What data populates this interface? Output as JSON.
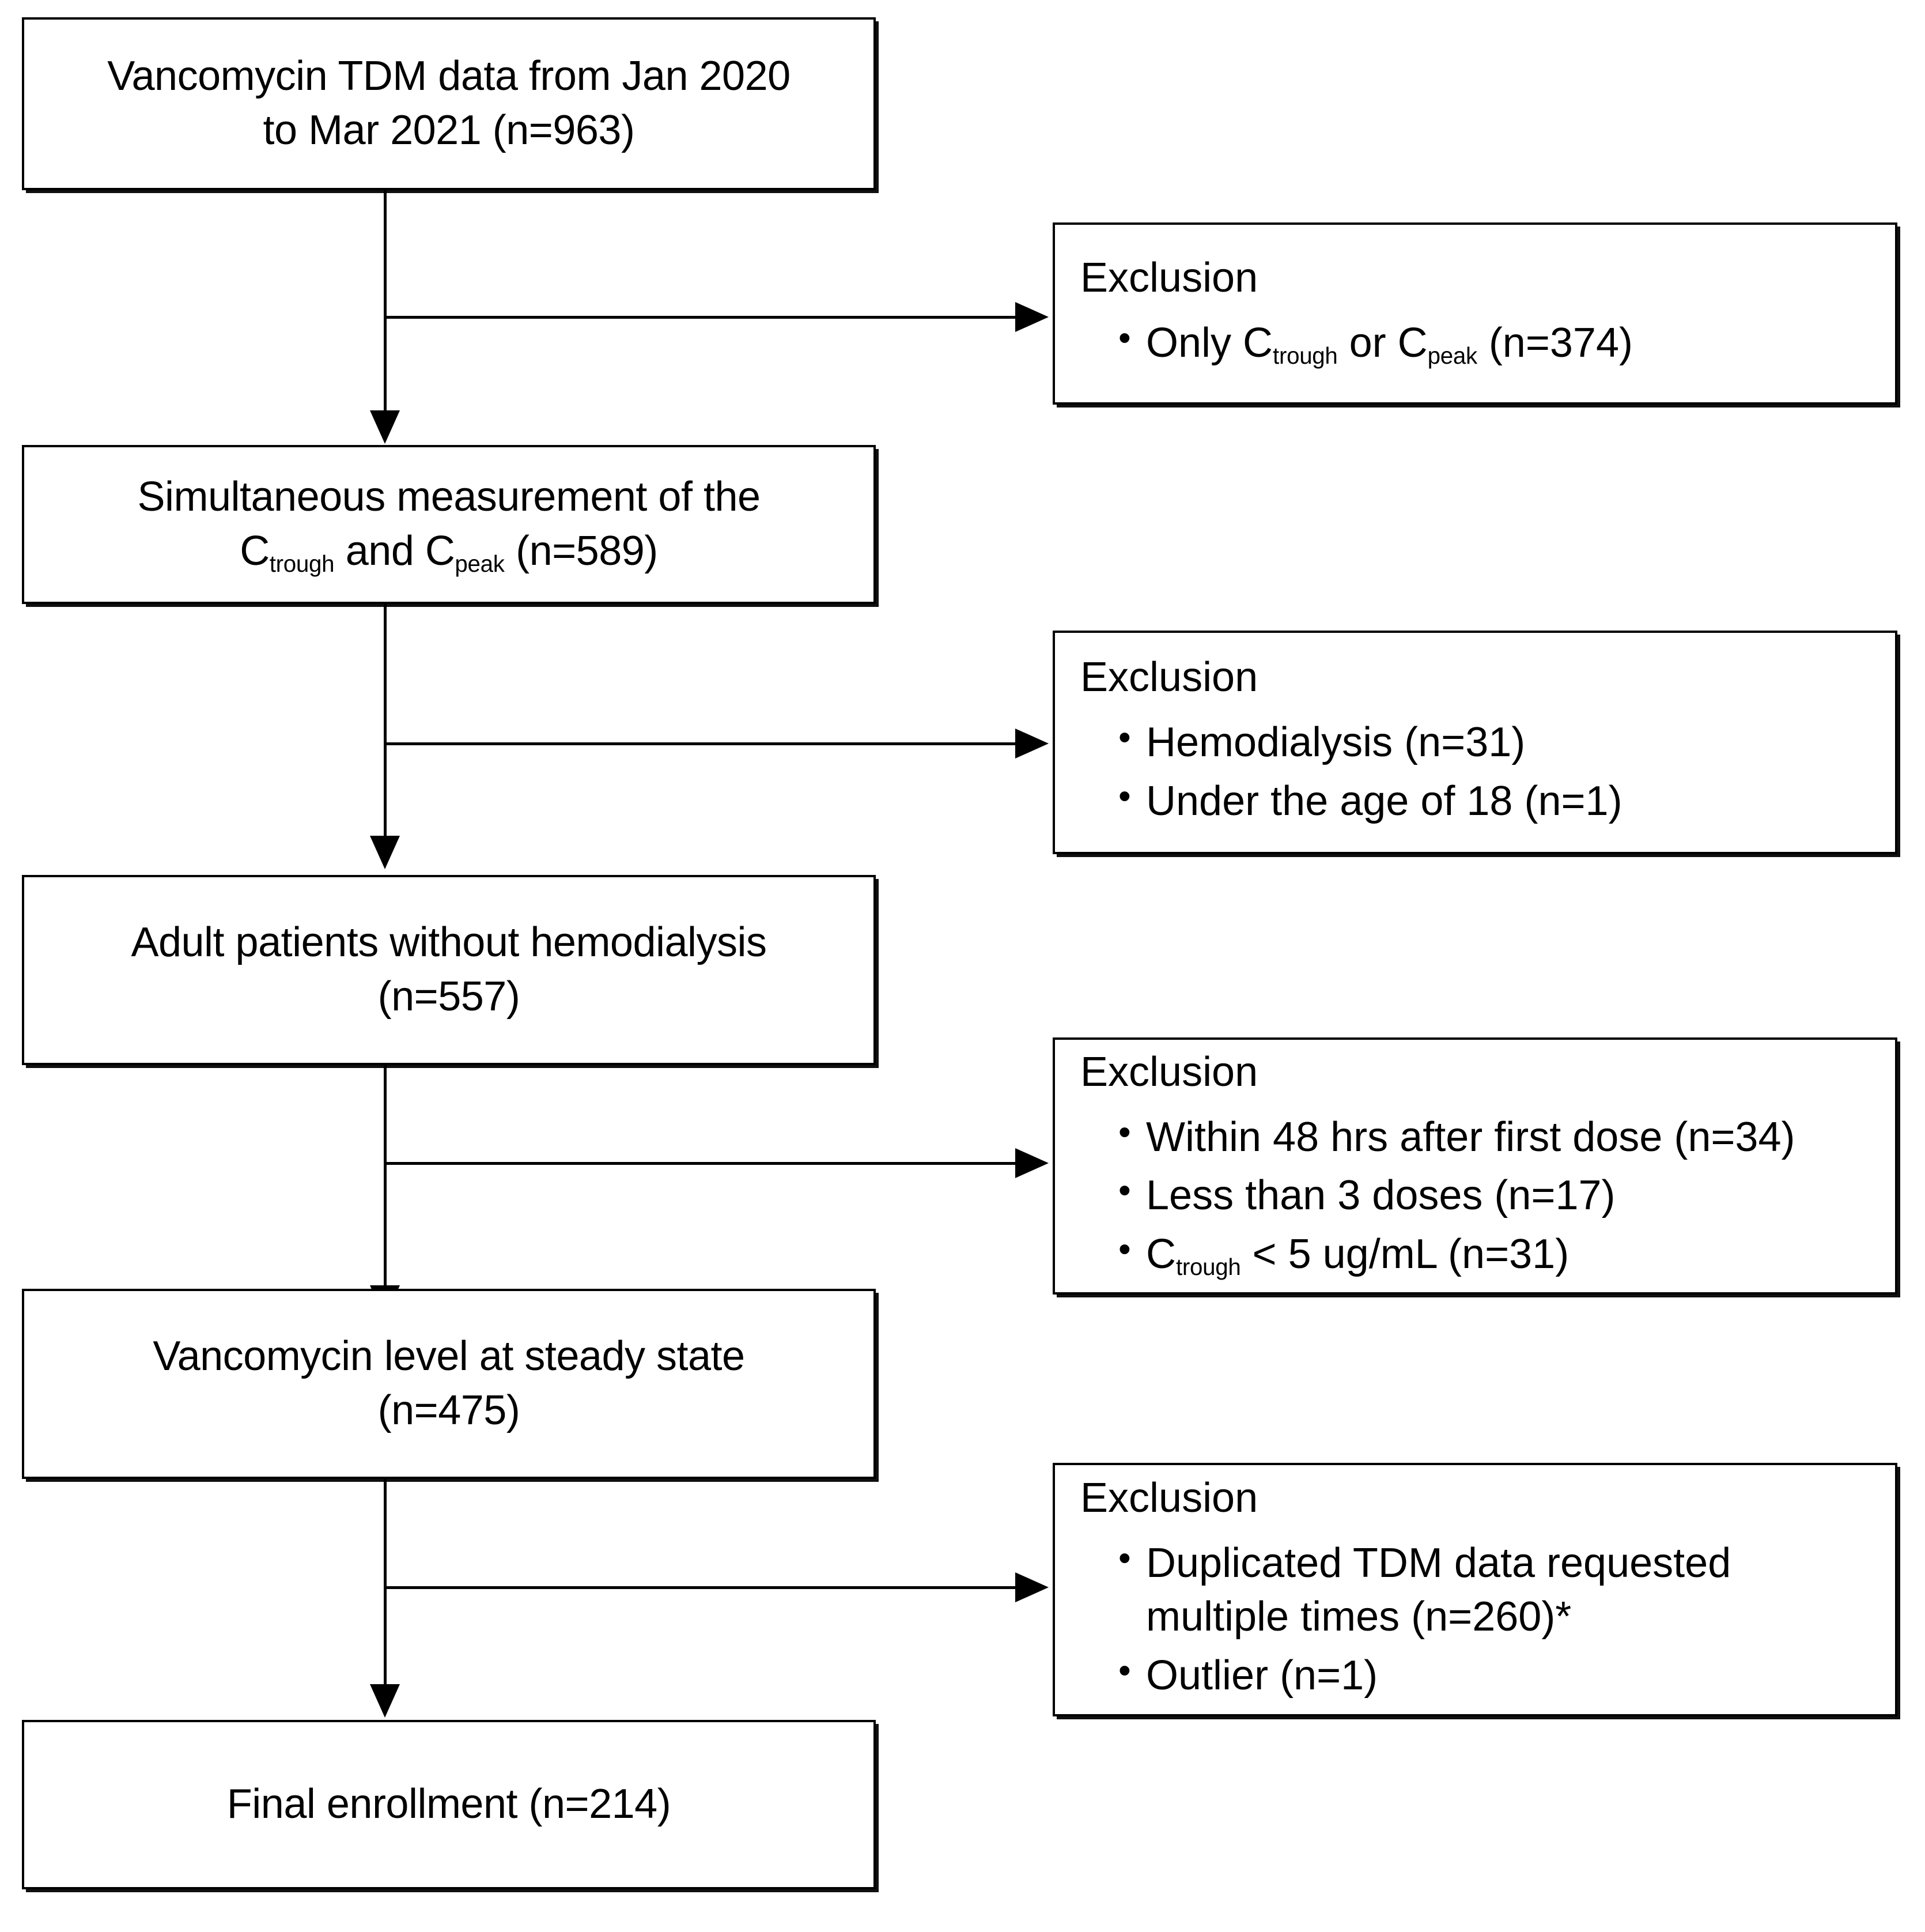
{
  "diagram": {
    "title": "Vancomycin TDM study patient selection flowchart",
    "type": "flowchart",
    "colors": {
      "stroke": "#000000",
      "fill": "#ffffff",
      "text": "#000000"
    },
    "main_boxes": [
      {
        "id": "box-tdm-data",
        "lines": [
          {
            "segments": [
              {
                "t": "Vancomycin TDM data from Jan 2020"
              }
            ]
          },
          {
            "segments": [
              {
                "t": "to Mar 2021 (n=963)"
              }
            ]
          }
        ],
        "count": 963
      },
      {
        "id": "box-simultaneous",
        "lines": [
          {
            "segments": [
              {
                "t": "Simultaneous measurement of the"
              }
            ]
          },
          {
            "segments": [
              {
                "t": "C"
              },
              {
                "t": "trough",
                "sub": true
              },
              {
                "t": " and C"
              },
              {
                "t": "peak",
                "sub": true
              },
              {
                "t": " (n=589)"
              }
            ]
          }
        ],
        "count": 589
      },
      {
        "id": "box-adult-patients",
        "lines": [
          {
            "segments": [
              {
                "t": "Adult patients without hemodialysis"
              }
            ]
          },
          {
            "segments": [
              {
                "t": "(n=557)"
              }
            ]
          }
        ],
        "count": 557
      },
      {
        "id": "box-steady-state",
        "lines": [
          {
            "segments": [
              {
                "t": "Vancomycin level at steady state"
              }
            ]
          },
          {
            "segments": [
              {
                "t": "(n=475)"
              }
            ]
          }
        ],
        "count": 475
      },
      {
        "id": "box-final-enrollment",
        "lines": [
          {
            "segments": [
              {
                "t": "Final enrollment (n=214)"
              }
            ]
          }
        ],
        "count": 214
      }
    ],
    "exclusion_boxes": [
      {
        "id": "exclusion-1",
        "title": "Exclusion",
        "items": [
          {
            "segments": [
              {
                "t": "Only C"
              },
              {
                "t": "trough",
                "sub": true
              },
              {
                "t": " or C"
              },
              {
                "t": "peak",
                "sub": true
              },
              {
                "t": " (n=374)"
              }
            ]
          }
        ]
      },
      {
        "id": "exclusion-2",
        "title": "Exclusion",
        "items": [
          {
            "segments": [
              {
                "t": "Hemodialysis (n=31)"
              }
            ]
          },
          {
            "segments": [
              {
                "t": "Under the age of 18 (n=1)"
              }
            ]
          }
        ]
      },
      {
        "id": "exclusion-3",
        "title": "Exclusion",
        "items": [
          {
            "segments": [
              {
                "t": "Within 48 hrs after first dose (n=34)"
              }
            ]
          },
          {
            "segments": [
              {
                "t": "Less than 3 doses (n=17)"
              }
            ]
          },
          {
            "segments": [
              {
                "t": "C"
              },
              {
                "t": "trough",
                "sub": true
              },
              {
                "t": " < 5 ug/mL (n=31)"
              }
            ]
          }
        ]
      },
      {
        "id": "exclusion-4",
        "title": "Exclusion",
        "items": [
          {
            "segments": [
              {
                "t": "Duplicated TDM data requested multiple times (n=260)*"
              }
            ]
          },
          {
            "segments": [
              {
                "t": "Outlier (n=1)"
              }
            ]
          }
        ]
      }
    ]
  }
}
